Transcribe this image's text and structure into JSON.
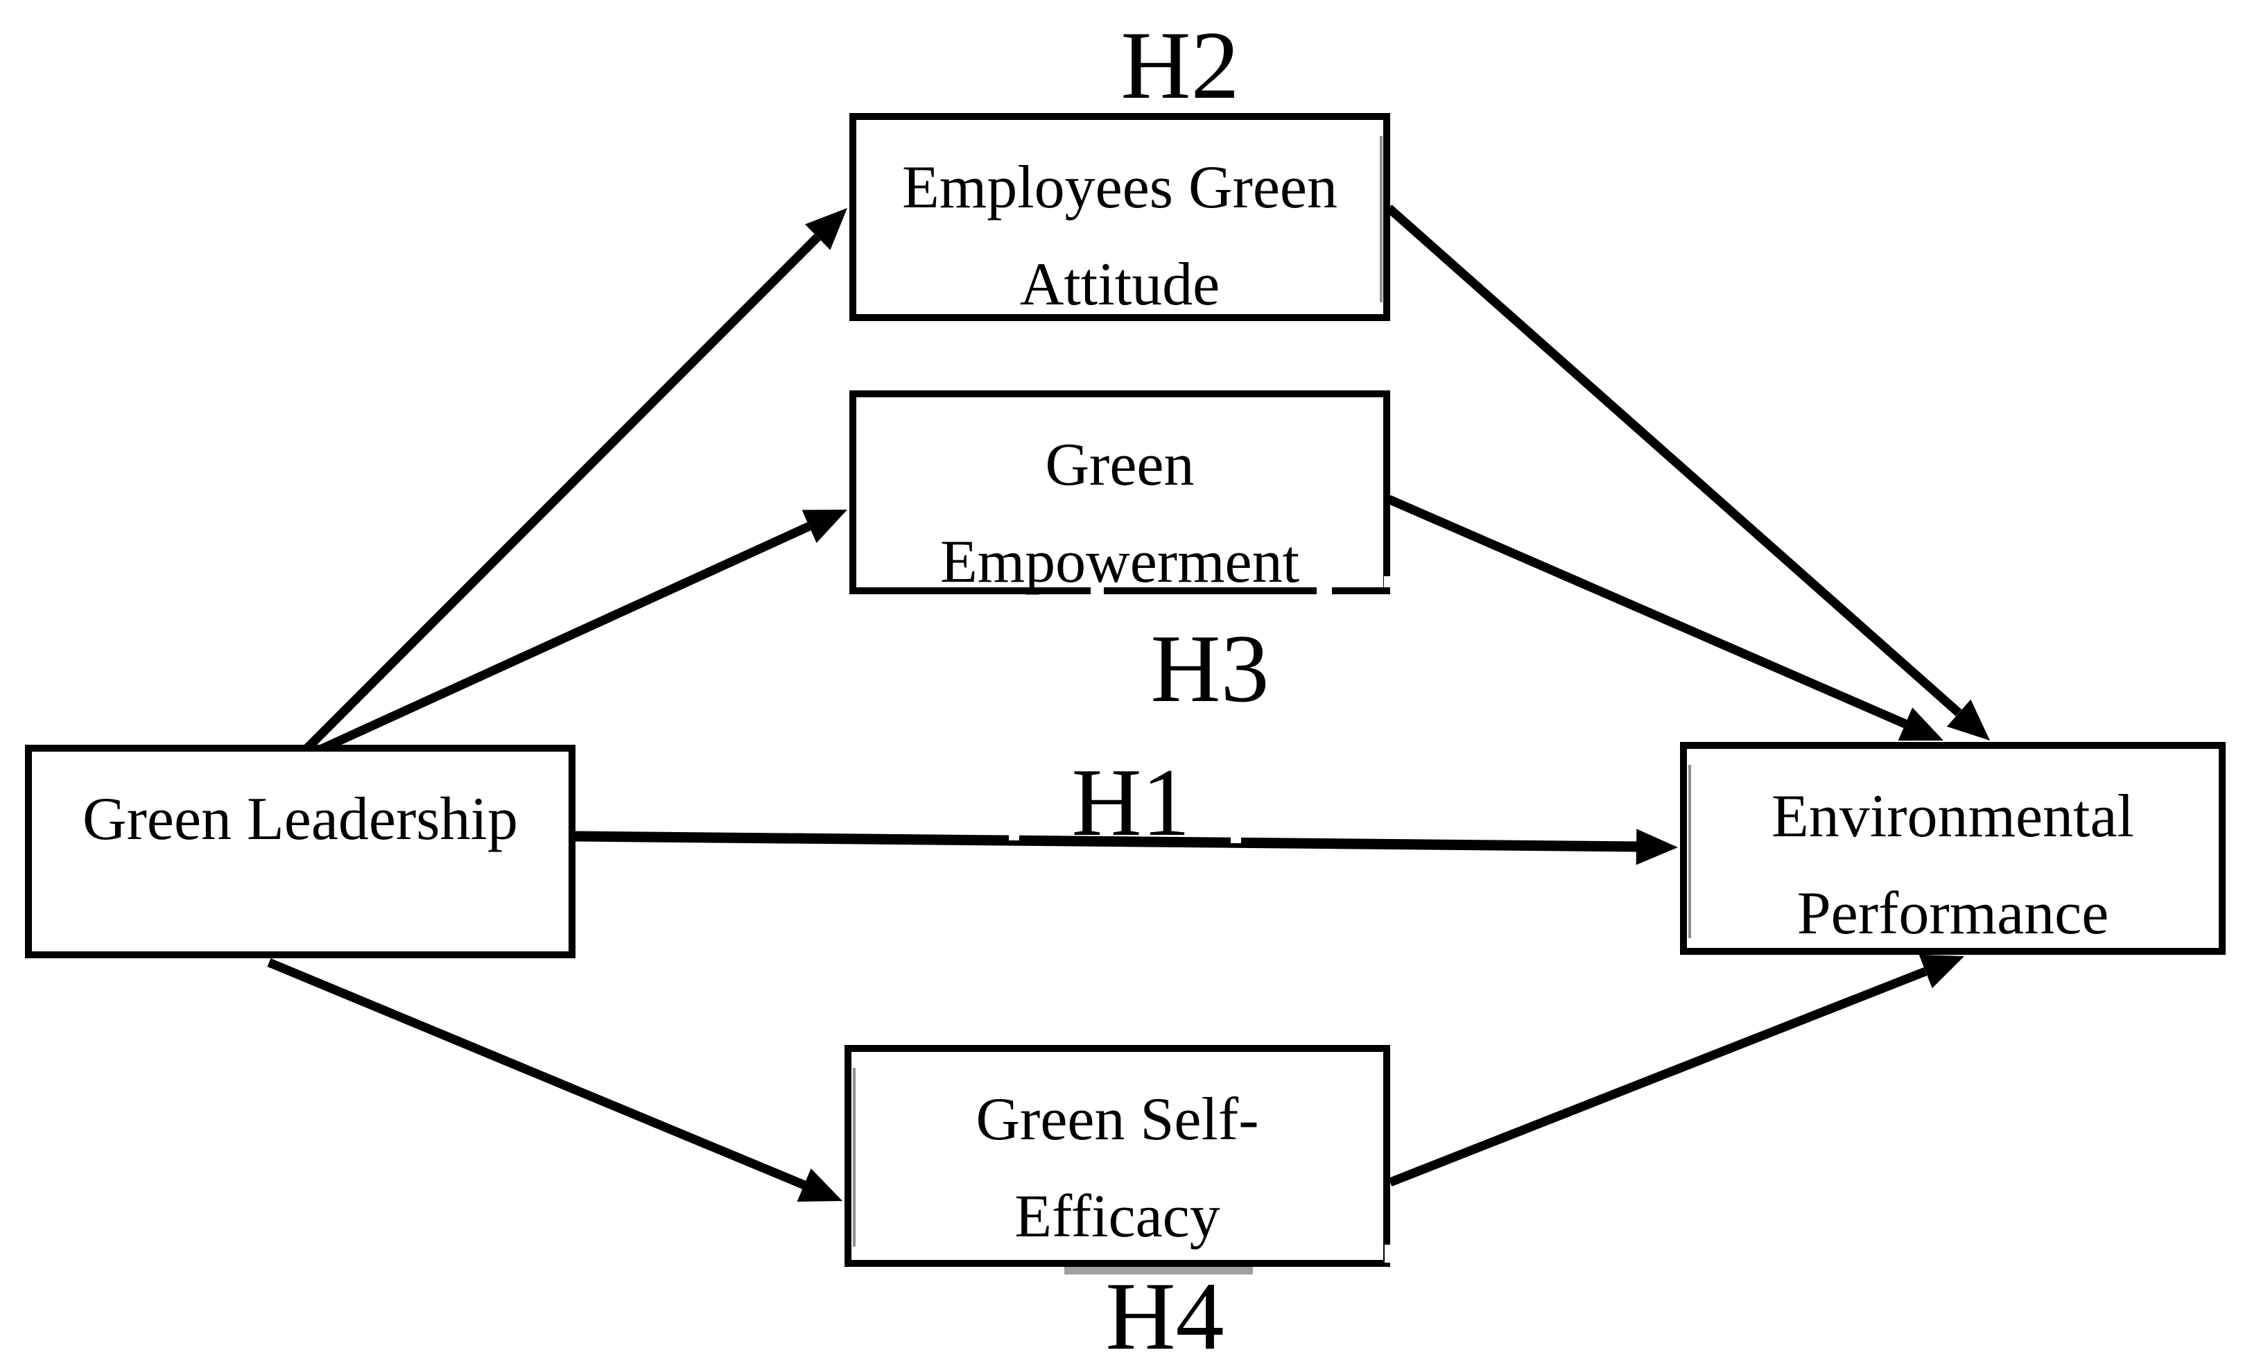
{
  "figure": {
    "background_color": "#ffffff",
    "line_color": "#000000",
    "boxes": {
      "green_leadership": {
        "line1": "Green Leadership",
        "line2": ""
      },
      "employees_green_attitude": {
        "line1": "Employees Green",
        "line2": "Attitude"
      },
      "green_empowerment": {
        "line1": "Green",
        "line2": "Empowerment"
      },
      "green_self_efficacy": {
        "line1": "Green Self-",
        "line2": "Efficacy"
      },
      "environmental_performance": {
        "line1": "Environmental",
        "line2": "Performance"
      }
    },
    "hypotheses": {
      "h1": "H1",
      "h2": "H2",
      "h3": "H3",
      "h4": "H4"
    }
  }
}
